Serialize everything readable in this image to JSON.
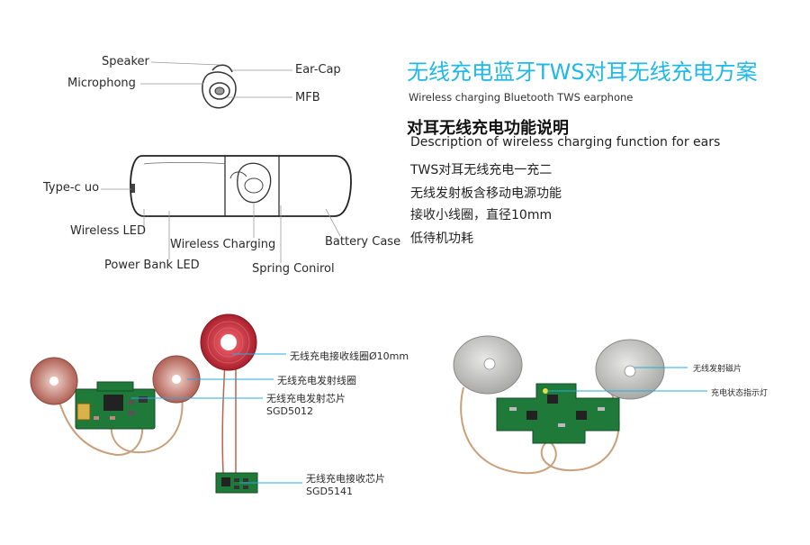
{
  "title": "无线充电蓝牙TWS对耳无线充电方案",
  "subtitle": "Wireless charging Bluetooth TWS earphone",
  "heading": "对耳无线充电功能说明",
  "description": [
    "Description of wireless charging function for ears",
    "TWS对耳无线充电一充二",
    "无线发射板含移动电源功能",
    "接收小线圈，直径10mm",
    "低待机功耗"
  ],
  "earbud_labels": {
    "speaker": "Speaker",
    "microphone": "Microphong",
    "ear_cap": "Ear-Cap",
    "mfb": "MFB"
  },
  "case_labels": {
    "type_c": "Type-c uo",
    "wireless_led": "Wireless LED",
    "power_bank_led": "Power Bank LED",
    "wireless_charging": "Wireless Charging",
    "spring_control": "Spring Conirol",
    "battery_case": "Battery Case"
  },
  "board_labels": {
    "receive_coil": "无线充电接收线圈Ø10mm",
    "transmit_coil": "无线充电发射线圈",
    "transmit_chip": "无线充电发射芯片",
    "transmit_chip_model": "SGD5012",
    "receive_chip": "无线充电接收芯片",
    "receive_chip_model": "SGD5141",
    "transmit_magnet": "无线发射磁片",
    "charge_indicator": "充电状态指示灯"
  },
  "colors": {
    "title": "#1fb8e8",
    "pointer": "#27a9e1",
    "pcb": "#1f7a3a",
    "copper_coil": "#c8303e"
  }
}
